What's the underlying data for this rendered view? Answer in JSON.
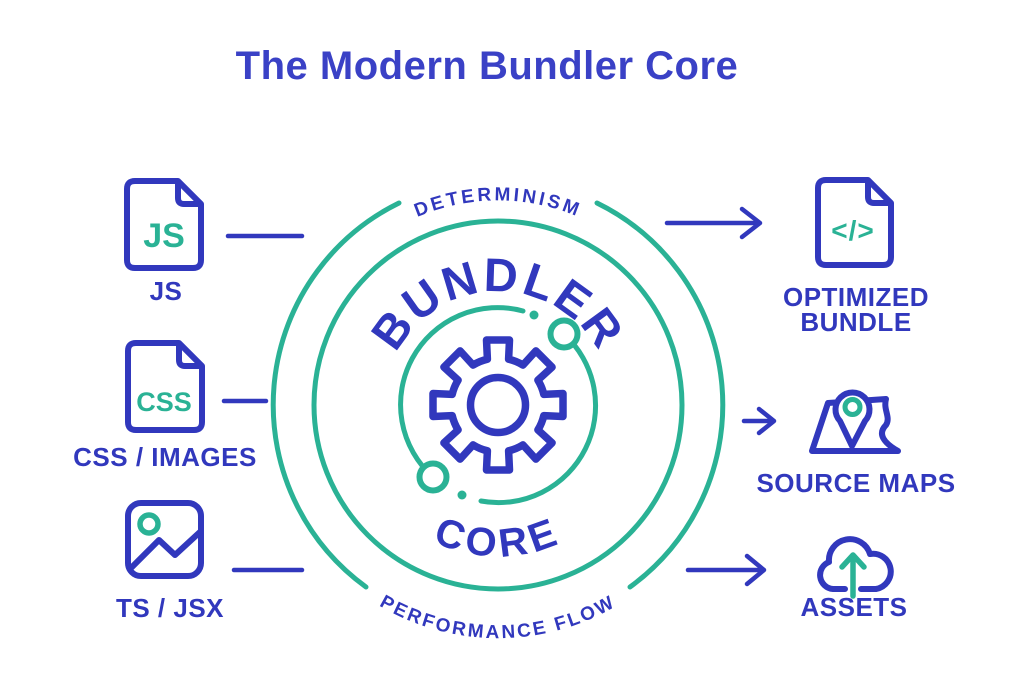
{
  "title": "The Modern Bundler Core",
  "colors": {
    "blue": "#3138bd",
    "teal": "#2ab295",
    "background": "#ffffff"
  },
  "inputs": [
    {
      "id": "js",
      "icon": "js-file-icon",
      "file_badge": "JS",
      "label": "JS"
    },
    {
      "id": "css",
      "icon": "css-file-icon",
      "file_badge": "CSS",
      "label": "CSS / IMAGES"
    },
    {
      "id": "ts",
      "icon": "image-file-icon",
      "label": "TS / JSX"
    }
  ],
  "core": {
    "outer_top_label": "DETERMINISM",
    "outer_bottom_label": "PERFORMANCE FLOW",
    "ring_top_label": "BUNDLER",
    "ring_bottom_label": "CORE",
    "center_icon": "gear-icon"
  },
  "outputs": [
    {
      "id": "optimized-bundle",
      "icon": "code-file-icon",
      "file_badge": "</>",
      "label_lines": [
        "OPTIMIZED",
        "BUNDLE"
      ]
    },
    {
      "id": "source-maps",
      "icon": "map-pin-icon",
      "label": "SOURCE MAPS"
    },
    {
      "id": "assets",
      "icon": "cloud-upload-icon",
      "label": "ASSETS"
    }
  ]
}
